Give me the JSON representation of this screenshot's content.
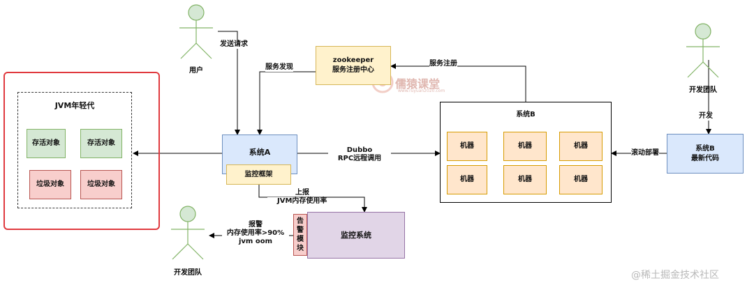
{
  "jvm": {
    "title": "JVM年轻代",
    "live1": "存活对象",
    "live2": "存活对象",
    "garbage1": "垃圾对象",
    "garbage2": "垃圾对象"
  },
  "user": {
    "label": "用户",
    "send_request": "发送请求"
  },
  "zookeeper": {
    "line1": "zookeeper",
    "line2": "服务注册中心"
  },
  "edges": {
    "service_discovery": "服务发现",
    "service_register": "服务注册",
    "dubbo_line1": "Dubbo",
    "dubbo_line2": "RPC远程调用",
    "rolling_deploy": "滚动部署",
    "report_line1": "上报",
    "report_line2": "JVM内存使用率",
    "alarm_line1": "报警",
    "alarm_line2": "内存使用率>90%",
    "alarm_line3": "jvm oom",
    "develop": "开发"
  },
  "system_a": {
    "label": "系统A",
    "monitor_framework": "监控框架"
  },
  "system_b_cluster": {
    "title": "系统B",
    "machines": [
      "机器",
      "机器",
      "机器",
      "机器",
      "机器",
      "机器"
    ]
  },
  "system_b_code": {
    "line1": "系统B",
    "line2": "最新代码"
  },
  "dev_team_top": {
    "label": "开发团队"
  },
  "dev_team_bottom": {
    "label": "开发团队"
  },
  "monitor": {
    "label": "监控系统",
    "alarm_module": [
      "告",
      "警",
      "模",
      "块"
    ]
  },
  "watermark": {
    "brand": "儒猿课堂",
    "url": "www.ruyuan2020.com",
    "footer": "@稀土掘金技术社区"
  },
  "colors": {
    "highlight_border": "#e0393e",
    "green": "#d5e8d4",
    "red": "#f8cecc",
    "orange": "#ffe6cc",
    "yellow": "#fff2cc",
    "blue": "#dae8fc",
    "purple": "#e1d5e7"
  }
}
